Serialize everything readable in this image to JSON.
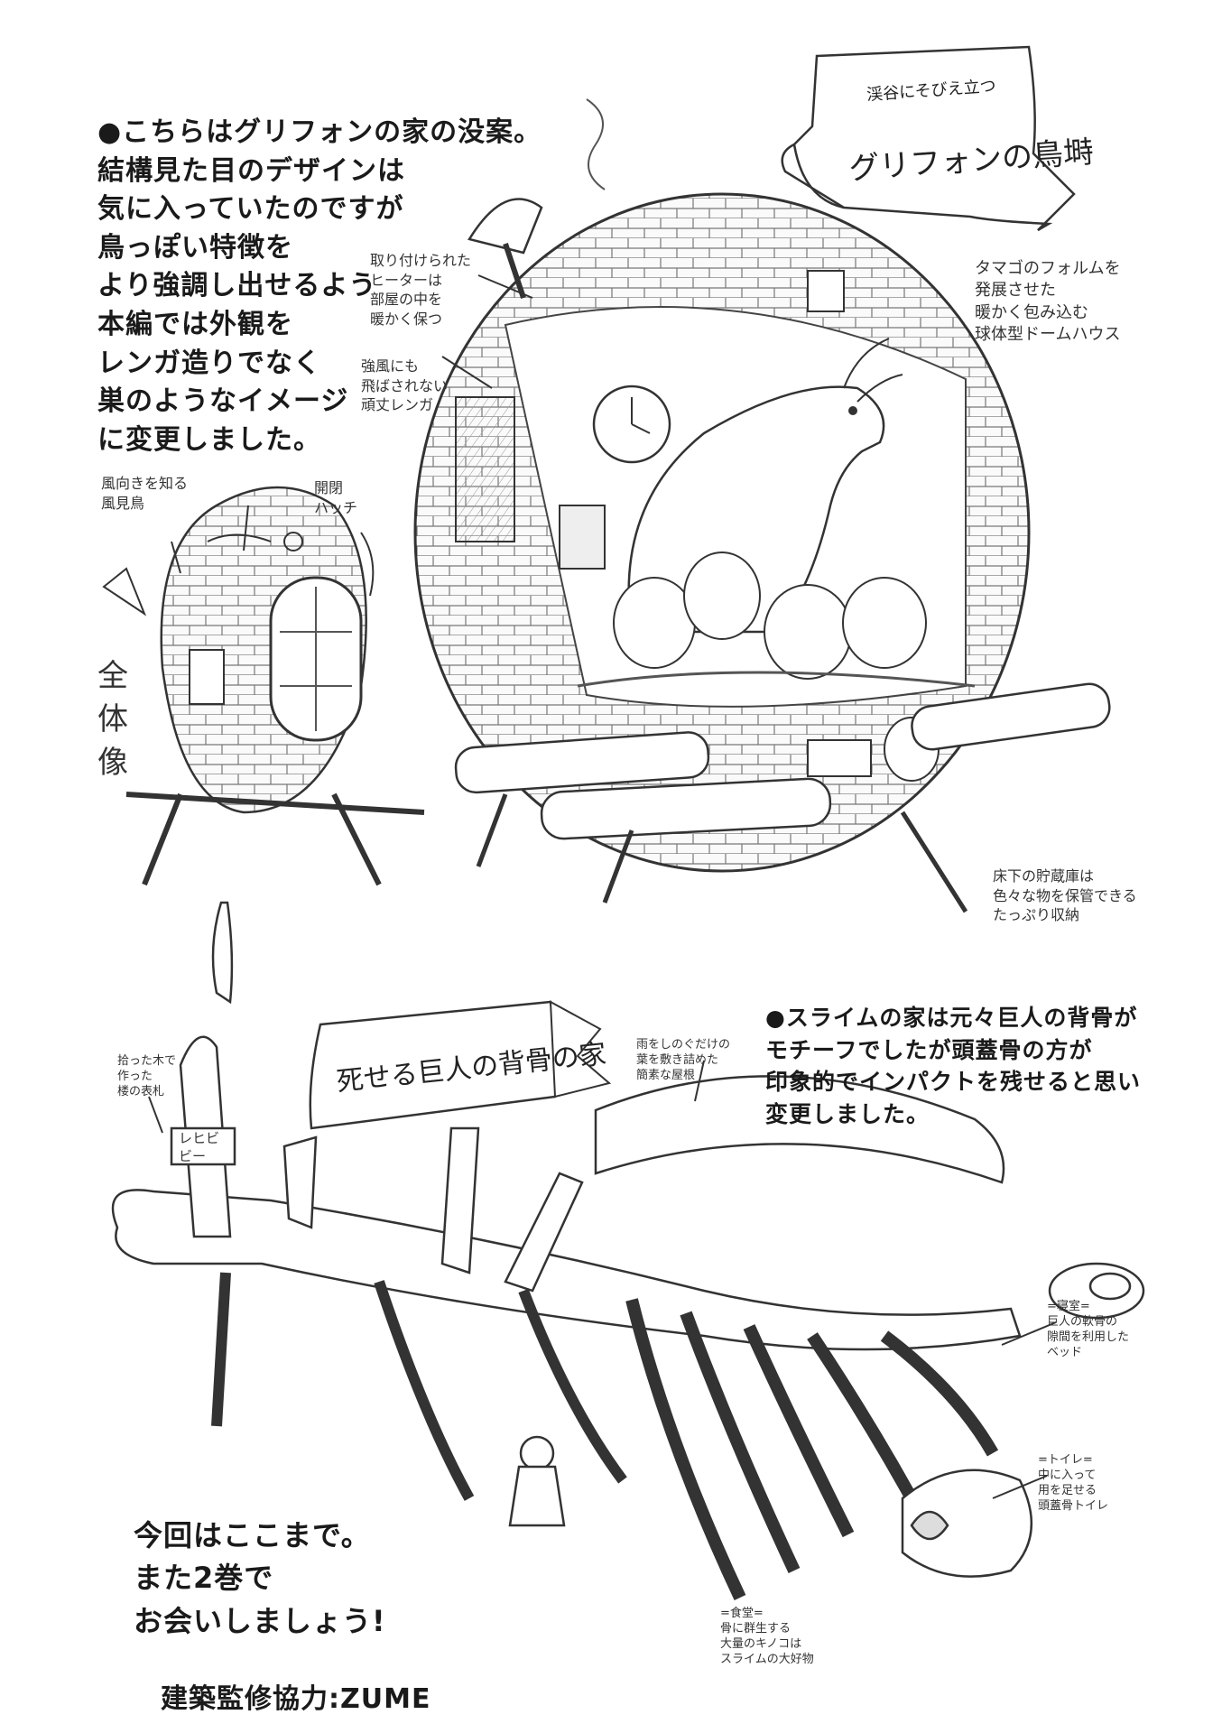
{
  "griffon": {
    "intro": "●こちらはグリフォンの家の没案。\n結構見た目のデザインは\n気に入っていたのですが\n鳥っぽい特徴を\nより強調し出せるよう\n本編では外観を\nレンガ造りでなく\n巣のようなイメージ\nに変更しました。",
    "banner_sub": "渓谷にそびえ立つ",
    "banner_title": "グリフォンの鳥塒",
    "heater_note": "取り付けられた\nヒーターは\n部屋の中を\n暖かく保つ",
    "brick_note": "強風にも\n飛ばされない\n頑丈レンガ",
    "egg_note": "タマゴのフォルムを\n発展させた\n暖かく包み込む\n球体型ドームハウス",
    "vane_note": "風向きを知る\n風見鳥",
    "hatch_note": "開閉\nハッチ",
    "overall_label": "全体像",
    "storage_note": "床下の貯蔵庫は\n色々な物を保管できる\nたっぷり収納"
  },
  "giant": {
    "intro": "●スライムの家は元々巨人の背骨が\nモチーフでしたが頭蓋骨の方が\n印象的でインパクトを残せると思い\n変更しました。",
    "banner_title": "死せる巨人の背骨の家",
    "roof_note": "雨をしのぐだけの\n葉を敷き詰めた\n簡素な屋根",
    "sign_note": "拾った木で\n作った\n楼の表札",
    "sign_text": "レヒビ\nビー",
    "bedroom_note": "=寝室=\n巨人の軟骨の\n隙間を利用した\nベッド",
    "toilet_note": "=トイレ=\n中に入って\n用を足せる\n頭蓋骨トイレ",
    "dining_note": "=食堂=\n骨に群生する\n大量のキノコは\nスライムの大好物"
  },
  "closing": {
    "message": "今回はここまで。\nまた2巻で\nお会いしましょう!",
    "credit": "建築監修協力:ZUME"
  }
}
